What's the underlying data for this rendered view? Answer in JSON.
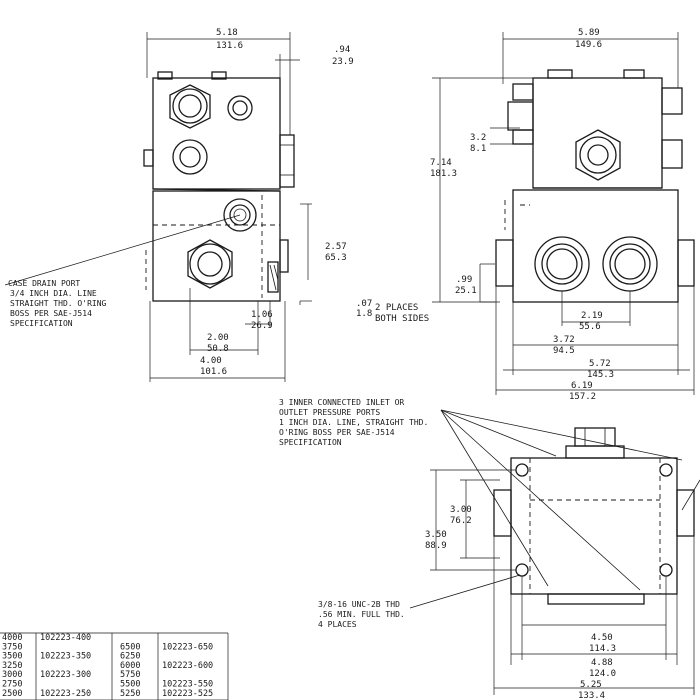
{
  "dims": {
    "d1": [
      "5.18",
      "131.6"
    ],
    "d2": [
      ".94",
      "23.9"
    ],
    "d3": [
      "5.89",
      "149.6"
    ],
    "d4": [
      "3.2",
      "8.1"
    ],
    "d5": [
      "7.14",
      "181.3"
    ],
    "d6": [
      "2.57",
      "65.3"
    ],
    "d7": [
      ".99",
      "25.1"
    ],
    "d8": [
      "1.06",
      "26.9"
    ],
    "d9": [
      "2.00",
      "50.8"
    ],
    "d10": [
      "4.00",
      "101.6"
    ],
    "d11": [
      "2.19",
      "55.6"
    ],
    "d12": [
      "3.72",
      "94.5"
    ],
    "d13": [
      "5.72",
      "145.3"
    ],
    "d14": [
      "6.19",
      "157.2"
    ],
    "d15": [
      "3.00",
      "76.2"
    ],
    "d16": [
      "3.50",
      "88.9"
    ],
    "d17": [
      "4.50",
      "114.3"
    ],
    "d18": [
      "4.88",
      "124.0"
    ],
    "d19": [
      "5.25",
      "133.4"
    ],
    "d20": [
      ".07",
      "1.8"
    ]
  },
  "notes": {
    "case_drain": [
      "CASE DRAIN PORT",
      "3/4 INCH DIA. LINE",
      "STRAIGHT THD. O'RING",
      "BOSS PER SAE-J514",
      "SPECIFICATION"
    ],
    "two_places": [
      "2 PLACES",
      "BOTH SIDES"
    ],
    "inner_ports": [
      "3 INNER CONNECTED INLET OR",
      "OUTLET PRESSURE PORTS",
      "1 INCH DIA. LINE, STRAIGHT THD.",
      "O'RING BOSS PER SAE-J514",
      "SPECIFICATION"
    ],
    "thd": [
      "3/8-16 UNC-2B THD",
      ".56 MIN. FULL THD.",
      "4 PLACES"
    ]
  },
  "table": {
    "rows": [
      [
        "4000",
        "102223-400",
        "",
        ""
      ],
      [
        "3750",
        "",
        "6500",
        "102223-650"
      ],
      [
        "3500",
        "102223-350",
        "6250",
        ""
      ],
      [
        "3250",
        "",
        "6000",
        "102223-600"
      ],
      [
        "3000",
        "102223-300",
        "5750",
        ""
      ],
      [
        "2750",
        "",
        "5500",
        "102223-550"
      ],
      [
        "2500",
        "102223-250",
        "5250",
        "102223-525"
      ]
    ]
  }
}
